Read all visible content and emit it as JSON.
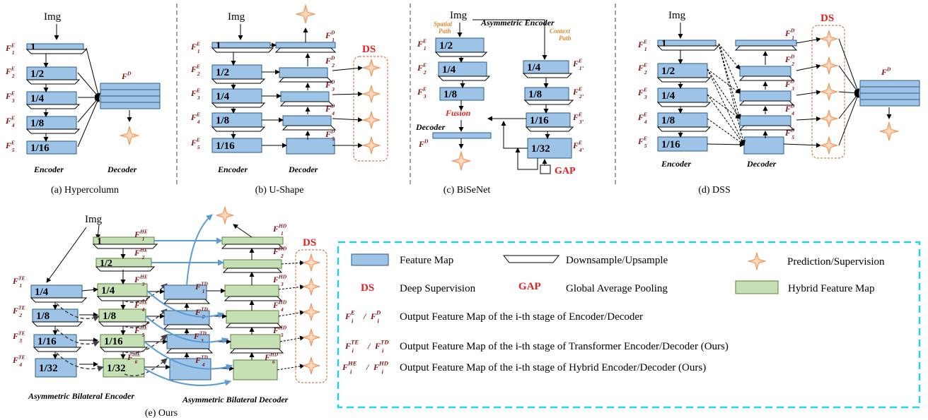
{
  "captions": {
    "a": "(a)  Hypercolumn",
    "b": "(b)  U-Shape",
    "c": "(c)  BiSeNet",
    "d": "(d)  DSS",
    "e": "(e)  Ours"
  },
  "common": {
    "img": "Img",
    "encoder": "Encoder",
    "decoder": "Decoder",
    "ds": "DS",
    "gap": "GAP",
    "stages": [
      "1",
      "1/2",
      "1/4",
      "1/8",
      "1/16",
      "1/32"
    ]
  },
  "bisenet": {
    "spatial_path": "Spatial Path",
    "context_path": "Context Path",
    "asymmetric_encoder": "Asymmetric Encoder",
    "fusion": "Fusion"
  },
  "ours": {
    "asym_encoder": "Asymmetric Bilateral Encoder",
    "asym_decoder": "Asymmetric Bilateral Decoder"
  },
  "legend": {
    "feature_map": "Feature Map",
    "down_up": "Downsample/Upsample",
    "prediction": "Prediction/Supervision",
    "ds_abbr": "DS",
    "ds_text": "Deep Supervision",
    "gap_abbr": "GAP",
    "gap_text": "Global Average Pooling",
    "hybrid": "Hybrid Feature Map",
    "row1": "Output Feature Map of the i-th stage of Encoder/Decoder",
    "row2": "Output Feature Map of the i-th stage of Transformer Encoder/Decoder (Ours)",
    "row3": "Output Feature Map of the i-th stage of Hybrid Encoder/Decoder (Ours)"
  },
  "colors": {
    "blue_fill": "#9dc3e6",
    "blue_stroke": "#2e5b8a",
    "green_fill": "#c5e0b4",
    "green_stroke": "#5a7f3a",
    "label": "#7a1515",
    "red": "#e02020",
    "orange_text": "#e08a2a",
    "star": "#f4b183",
    "legend_border": "#22d0e8",
    "ds_border": "#c0622a",
    "arrow_blue": "#5b9bd5"
  }
}
